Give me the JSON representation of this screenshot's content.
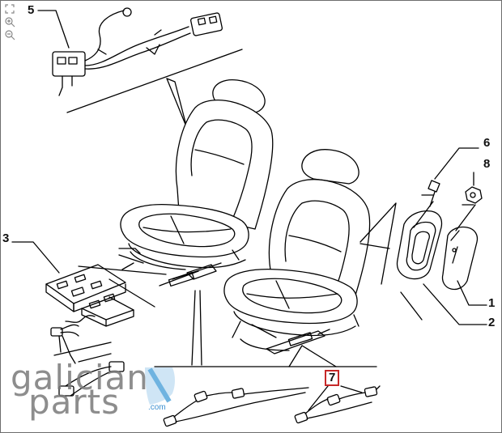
{
  "diagram": {
    "callouts": {
      "c1": "1",
      "c2": "2",
      "c3": "3",
      "c5": "5",
      "c6": "6",
      "c7": "7",
      "c8": "8"
    },
    "highlight_color": "#c62828",
    "line_color": "#000000"
  },
  "toolbar": {
    "tools": [
      "fit-icon",
      "zoom-in-icon",
      "zoom-out-icon"
    ]
  },
  "watermark": {
    "line1": "galician",
    "line2": "parts",
    "suffix": ".com",
    "accent_color": "#3a8fd0"
  }
}
